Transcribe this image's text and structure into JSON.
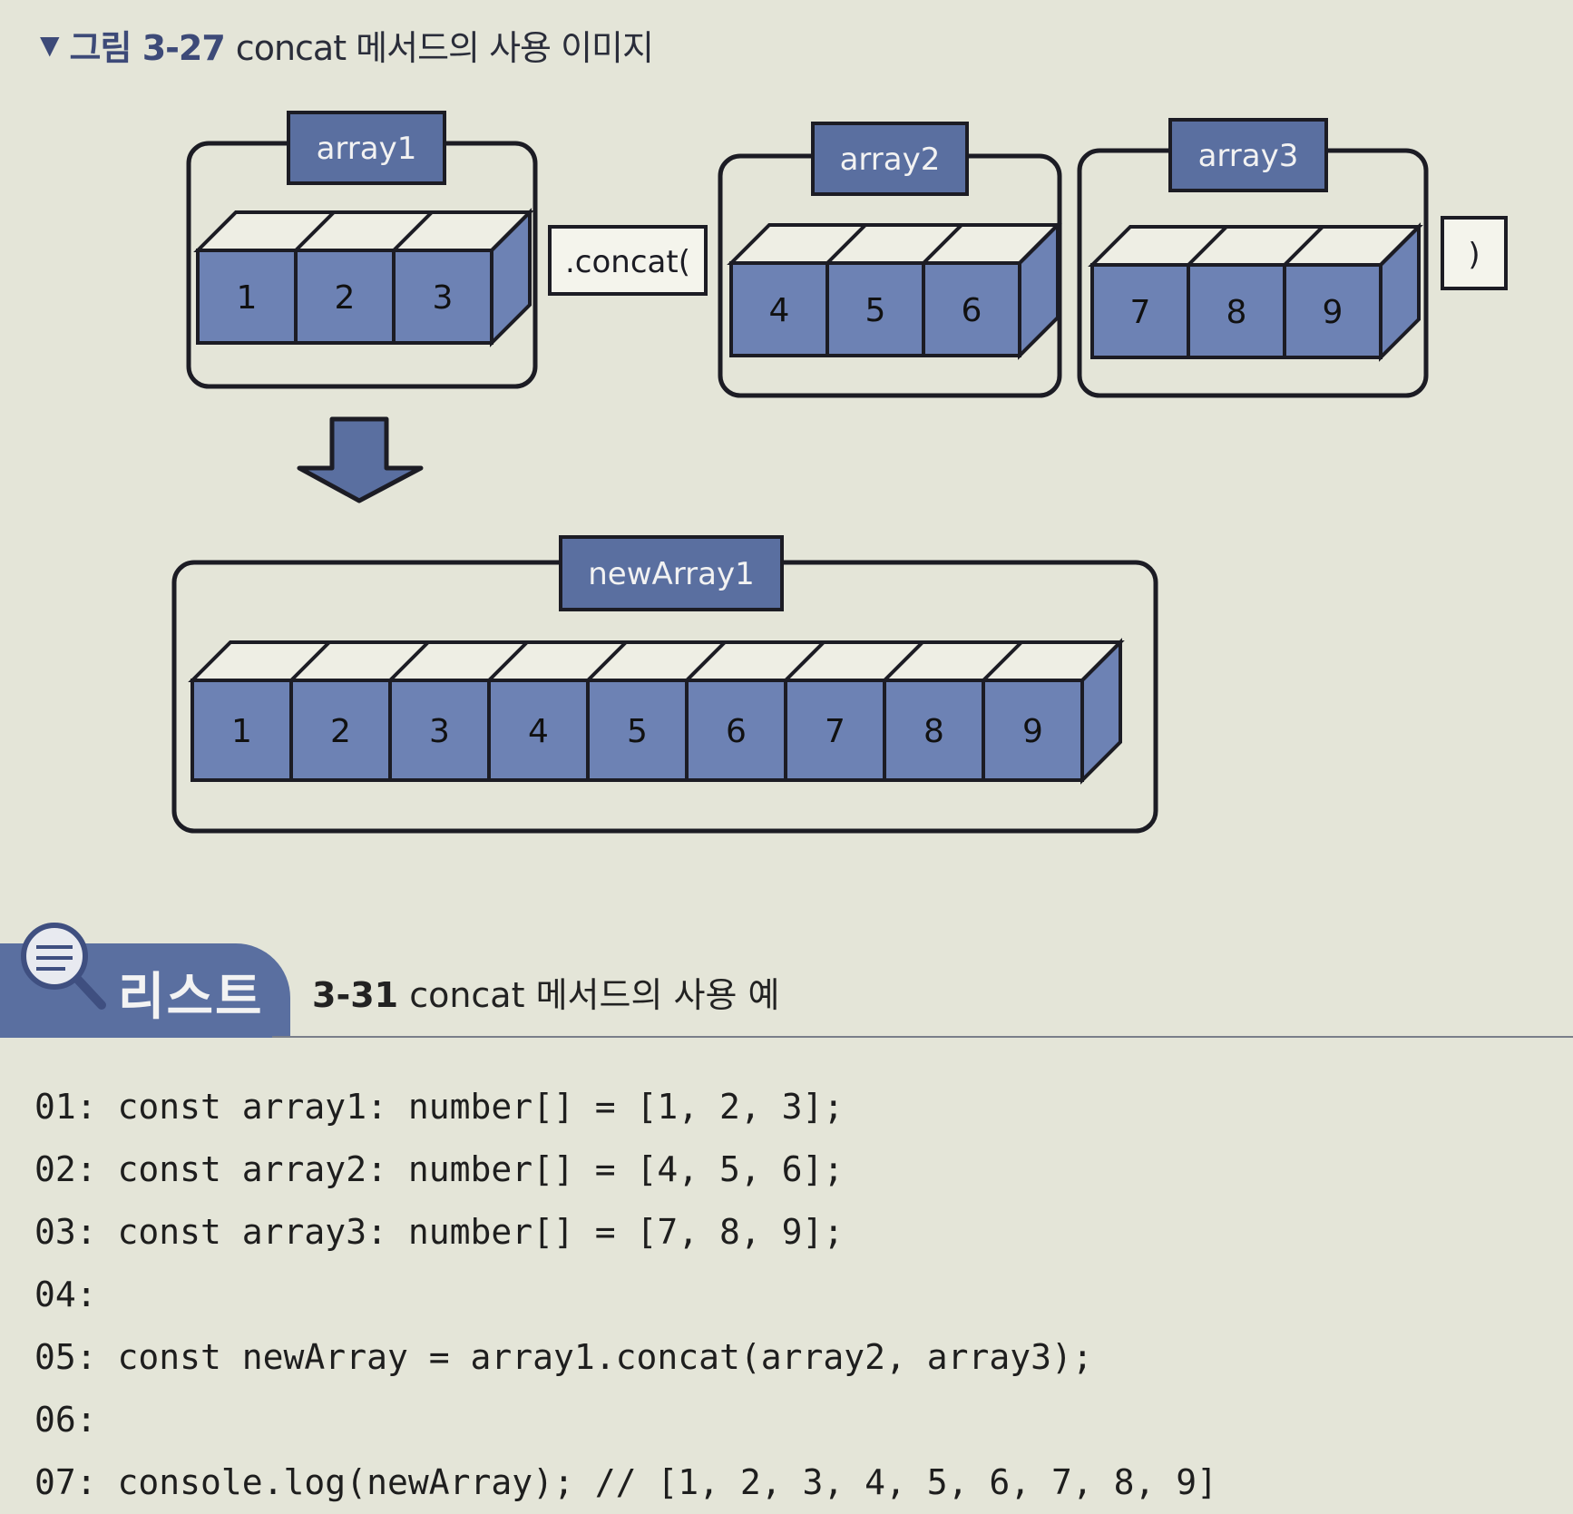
{
  "figure": {
    "label": "그림 3-27",
    "title": "concat 메서드의 사용 이미지",
    "arrays": [
      {
        "name": "array1",
        "values": [
          "1",
          "2",
          "3"
        ]
      },
      {
        "name": "array2",
        "values": [
          "4",
          "5",
          "6"
        ]
      },
      {
        "name": "array3",
        "values": [
          "7",
          "8",
          "9"
        ]
      }
    ],
    "concat_open": ".concat(",
    "concat_close": ")",
    "result": {
      "name": "newArray1",
      "values": [
        "1",
        "2",
        "3",
        "4",
        "5",
        "6",
        "7",
        "8",
        "9"
      ]
    },
    "colors": {
      "cube": "#6d82b4",
      "label_bg": "#5a6fa0",
      "stroke": "#1c1c24",
      "arrow": "#5a6fa0"
    }
  },
  "listing": {
    "tab_label": "리스트",
    "number": "3-31",
    "title": "concat 메서드의 사용 예",
    "lines": [
      {
        "no": "01:",
        "code": "const array1: number[] = [1, 2, 3];"
      },
      {
        "no": "02:",
        "code": "const array2: number[] = [4, 5, 6];"
      },
      {
        "no": "03:",
        "code": "const array3: number[] = [7, 8, 9];"
      },
      {
        "no": "04:",
        "code": ""
      },
      {
        "no": "05:",
        "code": "const newArray = array1.concat(array2, array3);"
      },
      {
        "no": "06:",
        "code": ""
      },
      {
        "no": "07:",
        "code": "console.log(newArray); // [1, 2, 3, 4, 5, 6, 7, 8, 9]"
      }
    ]
  }
}
